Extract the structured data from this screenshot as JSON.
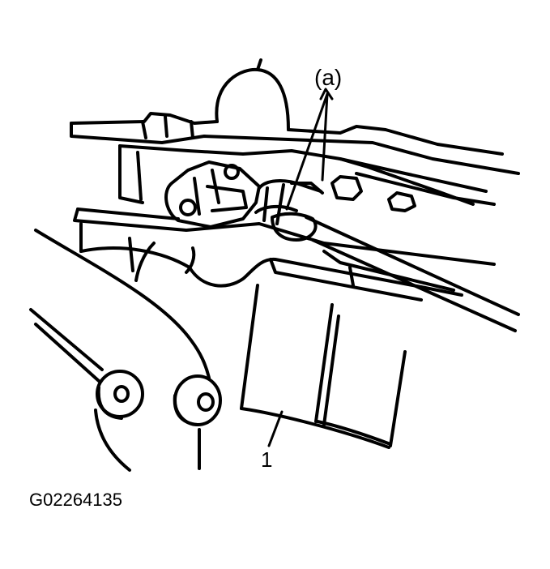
{
  "callouts": {
    "a": "(a)",
    "one": "1"
  },
  "figure_id": "G02264135",
  "colors": {
    "ink": "#000000",
    "paper": "#ffffff"
  }
}
